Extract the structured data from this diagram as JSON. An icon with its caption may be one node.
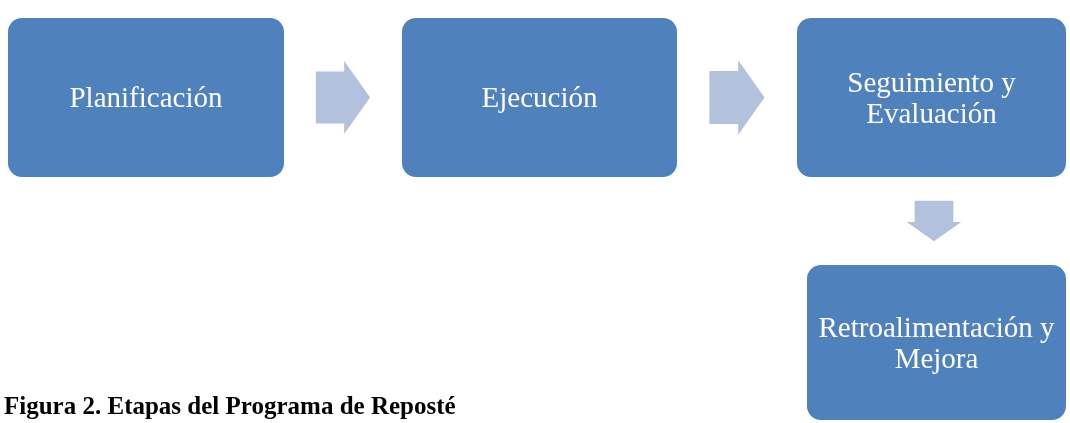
{
  "diagram": {
    "caption": "Figura 2. Etapas del Programa de Reposté",
    "nodes": [
      {
        "text": [
          "Planificación"
        ]
      },
      {
        "text": [
          "Ejecución"
        ]
      },
      {
        "text": [
          "Seguimiento y Evaluación"
        ]
      },
      {
        "text": [
          "Retroalimentación y Mejora"
        ]
      }
    ],
    "edges": [
      {
        "from": 0,
        "to": 1,
        "arrow": "to"
      },
      {
        "from": 1,
        "to": 2,
        "arrow": "to"
      },
      {
        "from": 2,
        "to": 3,
        "arrow": "to"
      }
    ]
  }
}
